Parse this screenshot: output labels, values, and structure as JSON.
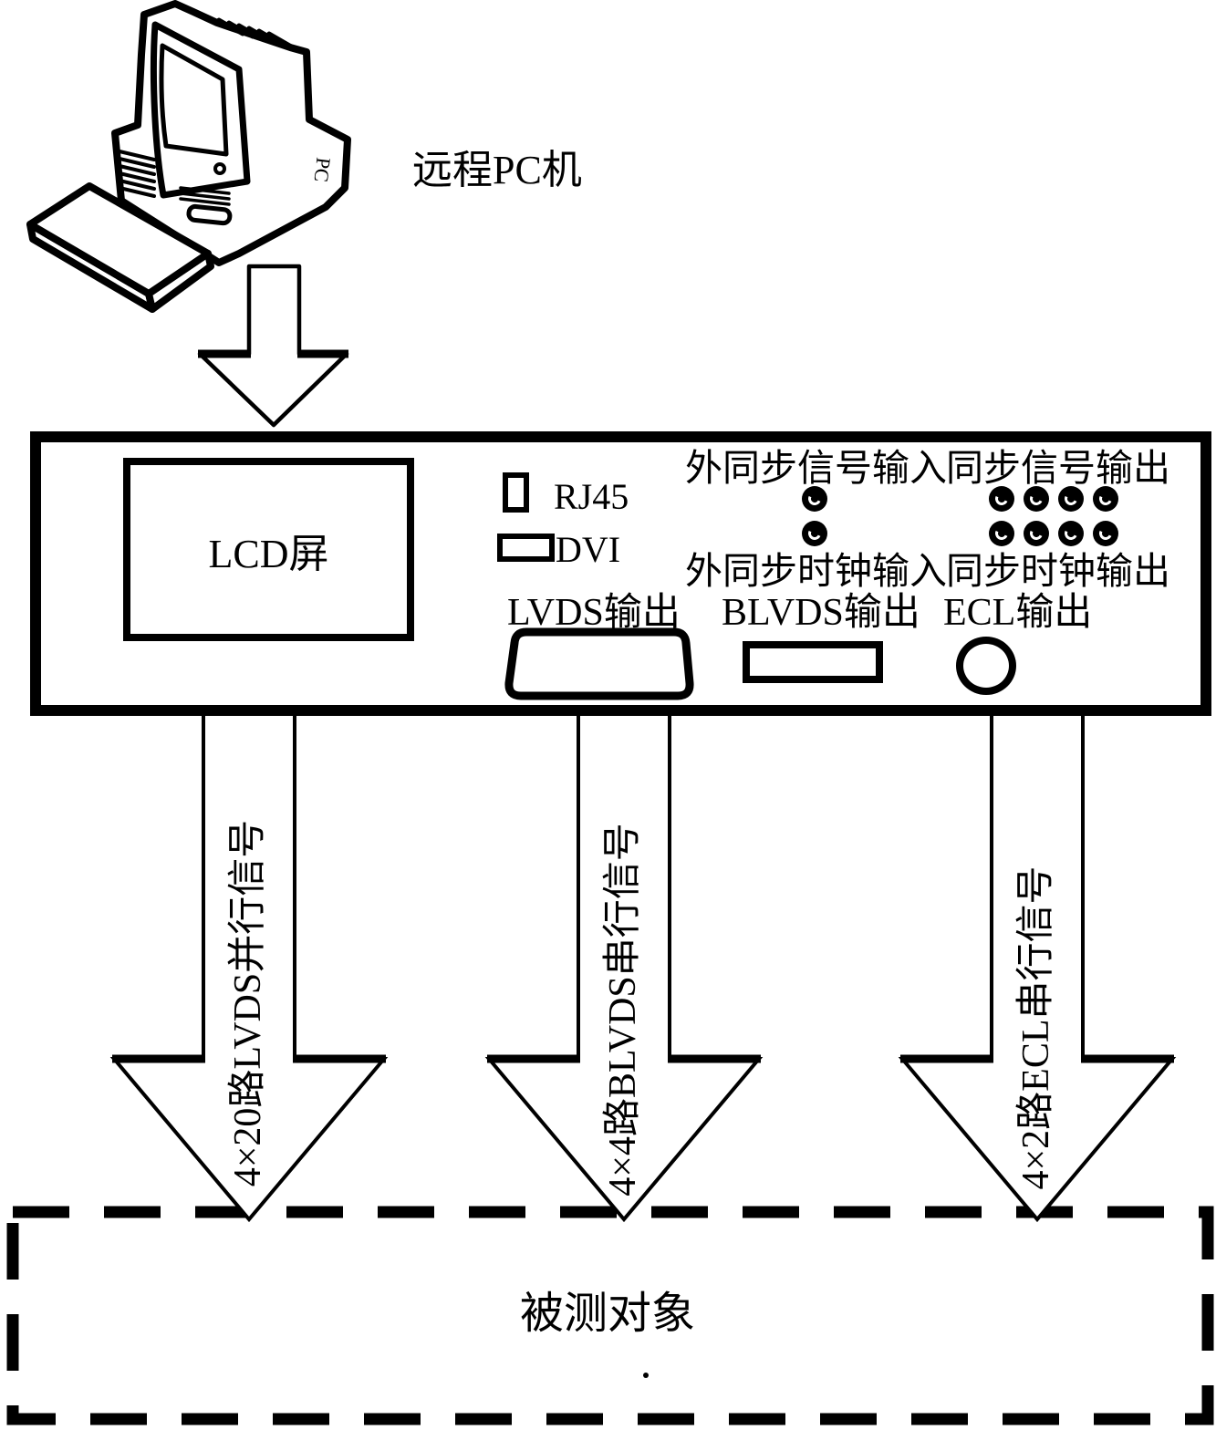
{
  "page": {
    "background": "#ffffff",
    "ink": "#000000"
  },
  "remote_pc": {
    "label": "远程PC机",
    "tower_badge": "PC"
  },
  "signal_generator": {
    "lcd_screen": "LCD屏",
    "rj45": "RJ45",
    "dvi": "DVI",
    "ext_sync_signal_in": "外同步信号输入",
    "sync_signal_out": "同步信号输出",
    "ext_sync_clock_in": "外同步时钟输入",
    "sync_clock_out": "同步时钟输出",
    "lvds_out": "LVDS输出",
    "blvds_out": "BLVDS输出",
    "ecl_out": "ECL输出",
    "led_counts": {
      "sync_signal_in": 1,
      "sync_signal_out_row": 4,
      "sync_clock_in": 1,
      "sync_clock_out_row": 4
    }
  },
  "output_arrows": {
    "lvds": "4×20路LVDS并行信号",
    "blvds": "4×4路BLVDS串行信号",
    "ecl": "4×2路ECL串行信号"
  },
  "device_under_test": {
    "label": "被测对象"
  }
}
